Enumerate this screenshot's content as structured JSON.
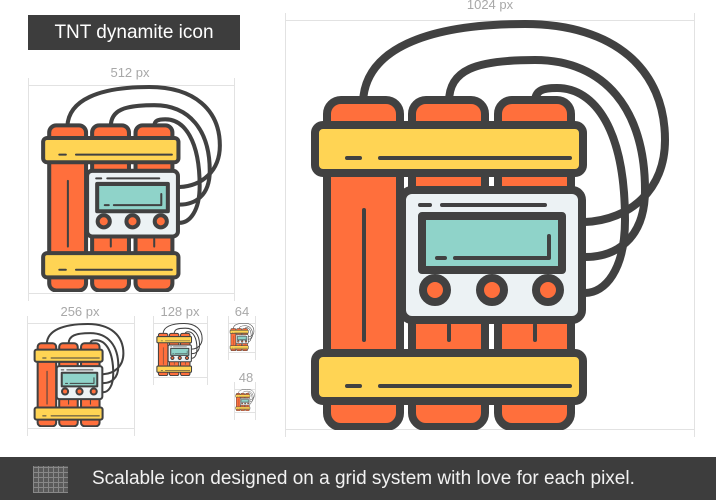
{
  "title": "TNT dynamite icon",
  "sizes": {
    "s1024": "1024 px",
    "s512": "512 px",
    "s256": "256 px",
    "s128": "128 px",
    "s64": "64",
    "s48": "48"
  },
  "footer": {
    "text": "Scalable icon designed on a grid system with love for each pixel.",
    "icon": "grid-icon"
  },
  "colors": {
    "outline": "#414141",
    "stick": "#ff6f3c",
    "band": "#ffd454",
    "screen": "#8fd3c9",
    "device": "#ecf2f4",
    "bar": "#3d3d3d"
  }
}
